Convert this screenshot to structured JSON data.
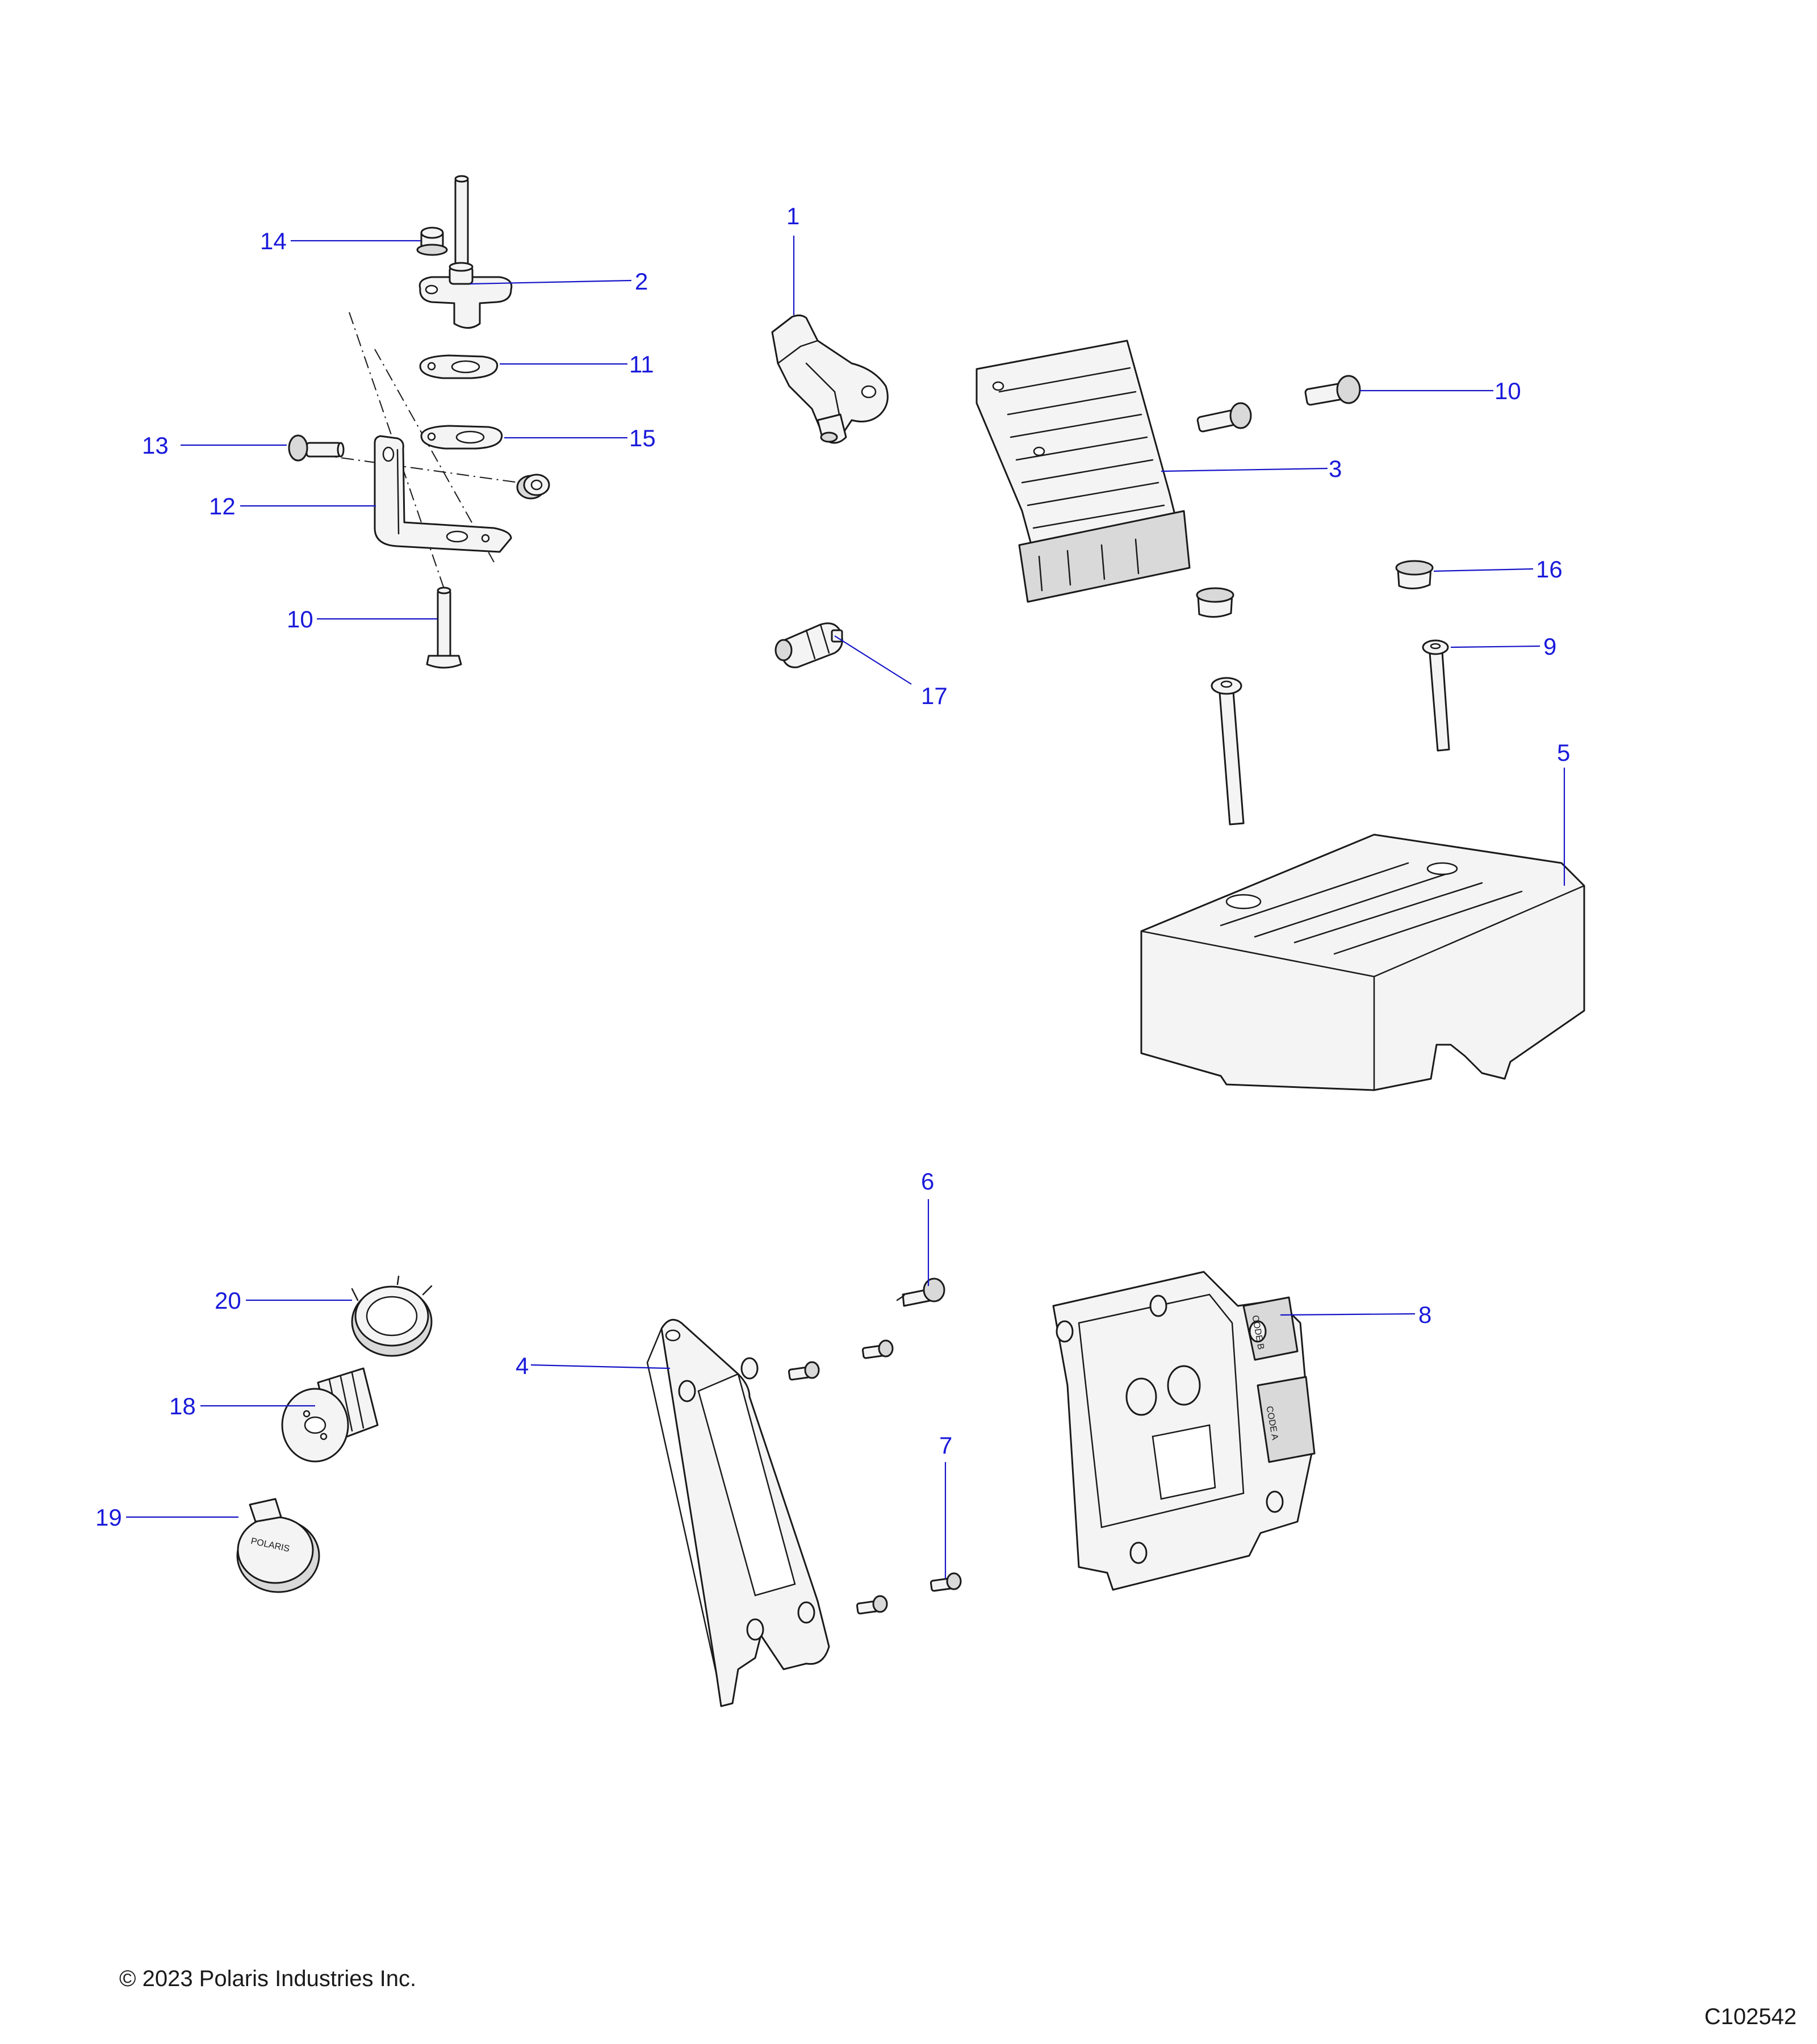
{
  "callouts": [
    {
      "id": "c1",
      "label": "1"
    },
    {
      "id": "c2",
      "label": "2"
    },
    {
      "id": "c3",
      "label": "3"
    },
    {
      "id": "c4",
      "label": "4"
    },
    {
      "id": "c5",
      "label": "5"
    },
    {
      "id": "c6",
      "label": "6"
    },
    {
      "id": "c7",
      "label": "7"
    },
    {
      "id": "c8",
      "label": "8"
    },
    {
      "id": "c9",
      "label": "9"
    },
    {
      "id": "c10a",
      "label": "10"
    },
    {
      "id": "c10b",
      "label": "10"
    },
    {
      "id": "c11",
      "label": "11"
    },
    {
      "id": "c12",
      "label": "12"
    },
    {
      "id": "c13",
      "label": "13"
    },
    {
      "id": "c14",
      "label": "14"
    },
    {
      "id": "c15",
      "label": "15"
    },
    {
      "id": "c16",
      "label": "16"
    },
    {
      "id": "c17",
      "label": "17"
    },
    {
      "id": "c18",
      "label": "18"
    },
    {
      "id": "c19",
      "label": "19"
    },
    {
      "id": "c20",
      "label": "20"
    }
  ],
  "markings": {
    "ecu_code_b": "CODE B",
    "ecu_code_a": "CODE A",
    "cap_logo": "POLARIS"
  },
  "footer": {
    "copyright": "© 2023 Polaris Industries Inc.",
    "figure_id": "C102542"
  },
  "colors": {
    "callout": "#1a1adb",
    "leader": "#1515c8",
    "outline": "#1a1a1a",
    "part_fill": "#f4f4f4"
  }
}
